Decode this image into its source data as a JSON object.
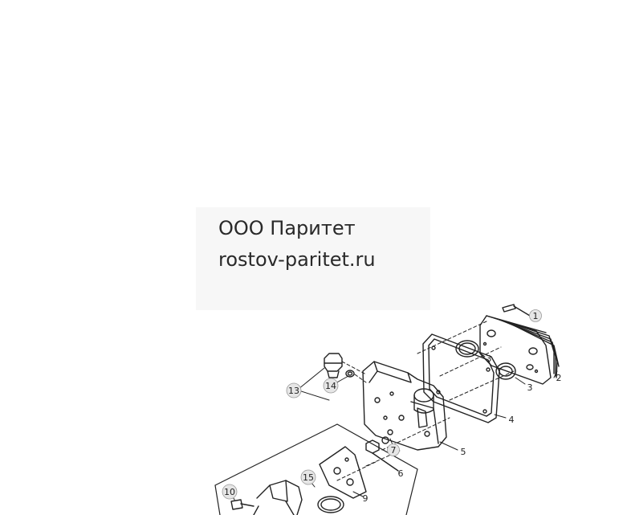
{
  "watermark": {
    "company": "ООО Паритет",
    "website": "rostov-paritet.ru"
  },
  "callouts": [
    {
      "id": "1",
      "shaded": true
    },
    {
      "id": "2",
      "shaded": false
    },
    {
      "id": "3",
      "shaded": false
    },
    {
      "id": "3",
      "shaded": false
    },
    {
      "id": "4",
      "shaded": false
    },
    {
      "id": "5",
      "shaded": false
    },
    {
      "id": "6",
      "shaded": false
    },
    {
      "id": "7",
      "shaded": true
    },
    {
      "id": "9",
      "shaded": false
    },
    {
      "id": "10",
      "shaded": true
    },
    {
      "id": "13",
      "shaded": true
    },
    {
      "id": "14",
      "shaded": true
    },
    {
      "id": "15",
      "shaded": true
    }
  ]
}
